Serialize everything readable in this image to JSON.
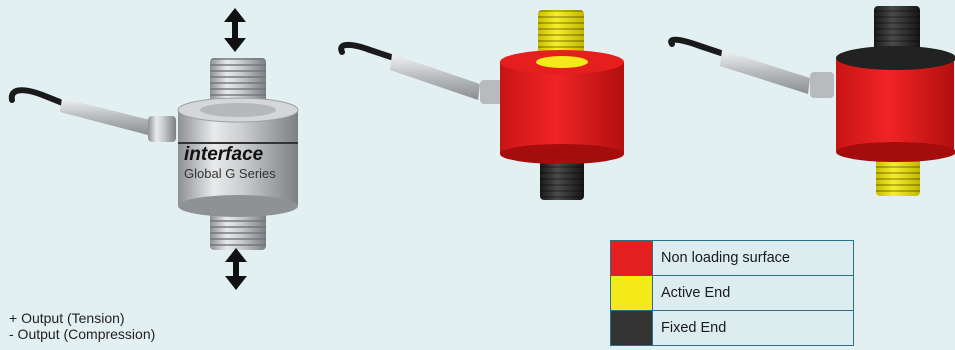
{
  "main_product": {
    "brand_logo_text": "interface",
    "series_text": "Global G Series"
  },
  "output_notes": [
    "+ Output (Tension)",
    "- Output (Compression)"
  ],
  "legend": [
    {
      "label": "Non loading surface",
      "color": "#e3201f"
    },
    {
      "label": "Active End",
      "color": "#f4ea1a"
    },
    {
      "label": "Fixed End",
      "color": "#333333"
    }
  ],
  "colors": {
    "background": "#e3f0f2",
    "legend_border": "#2a6f8c"
  }
}
